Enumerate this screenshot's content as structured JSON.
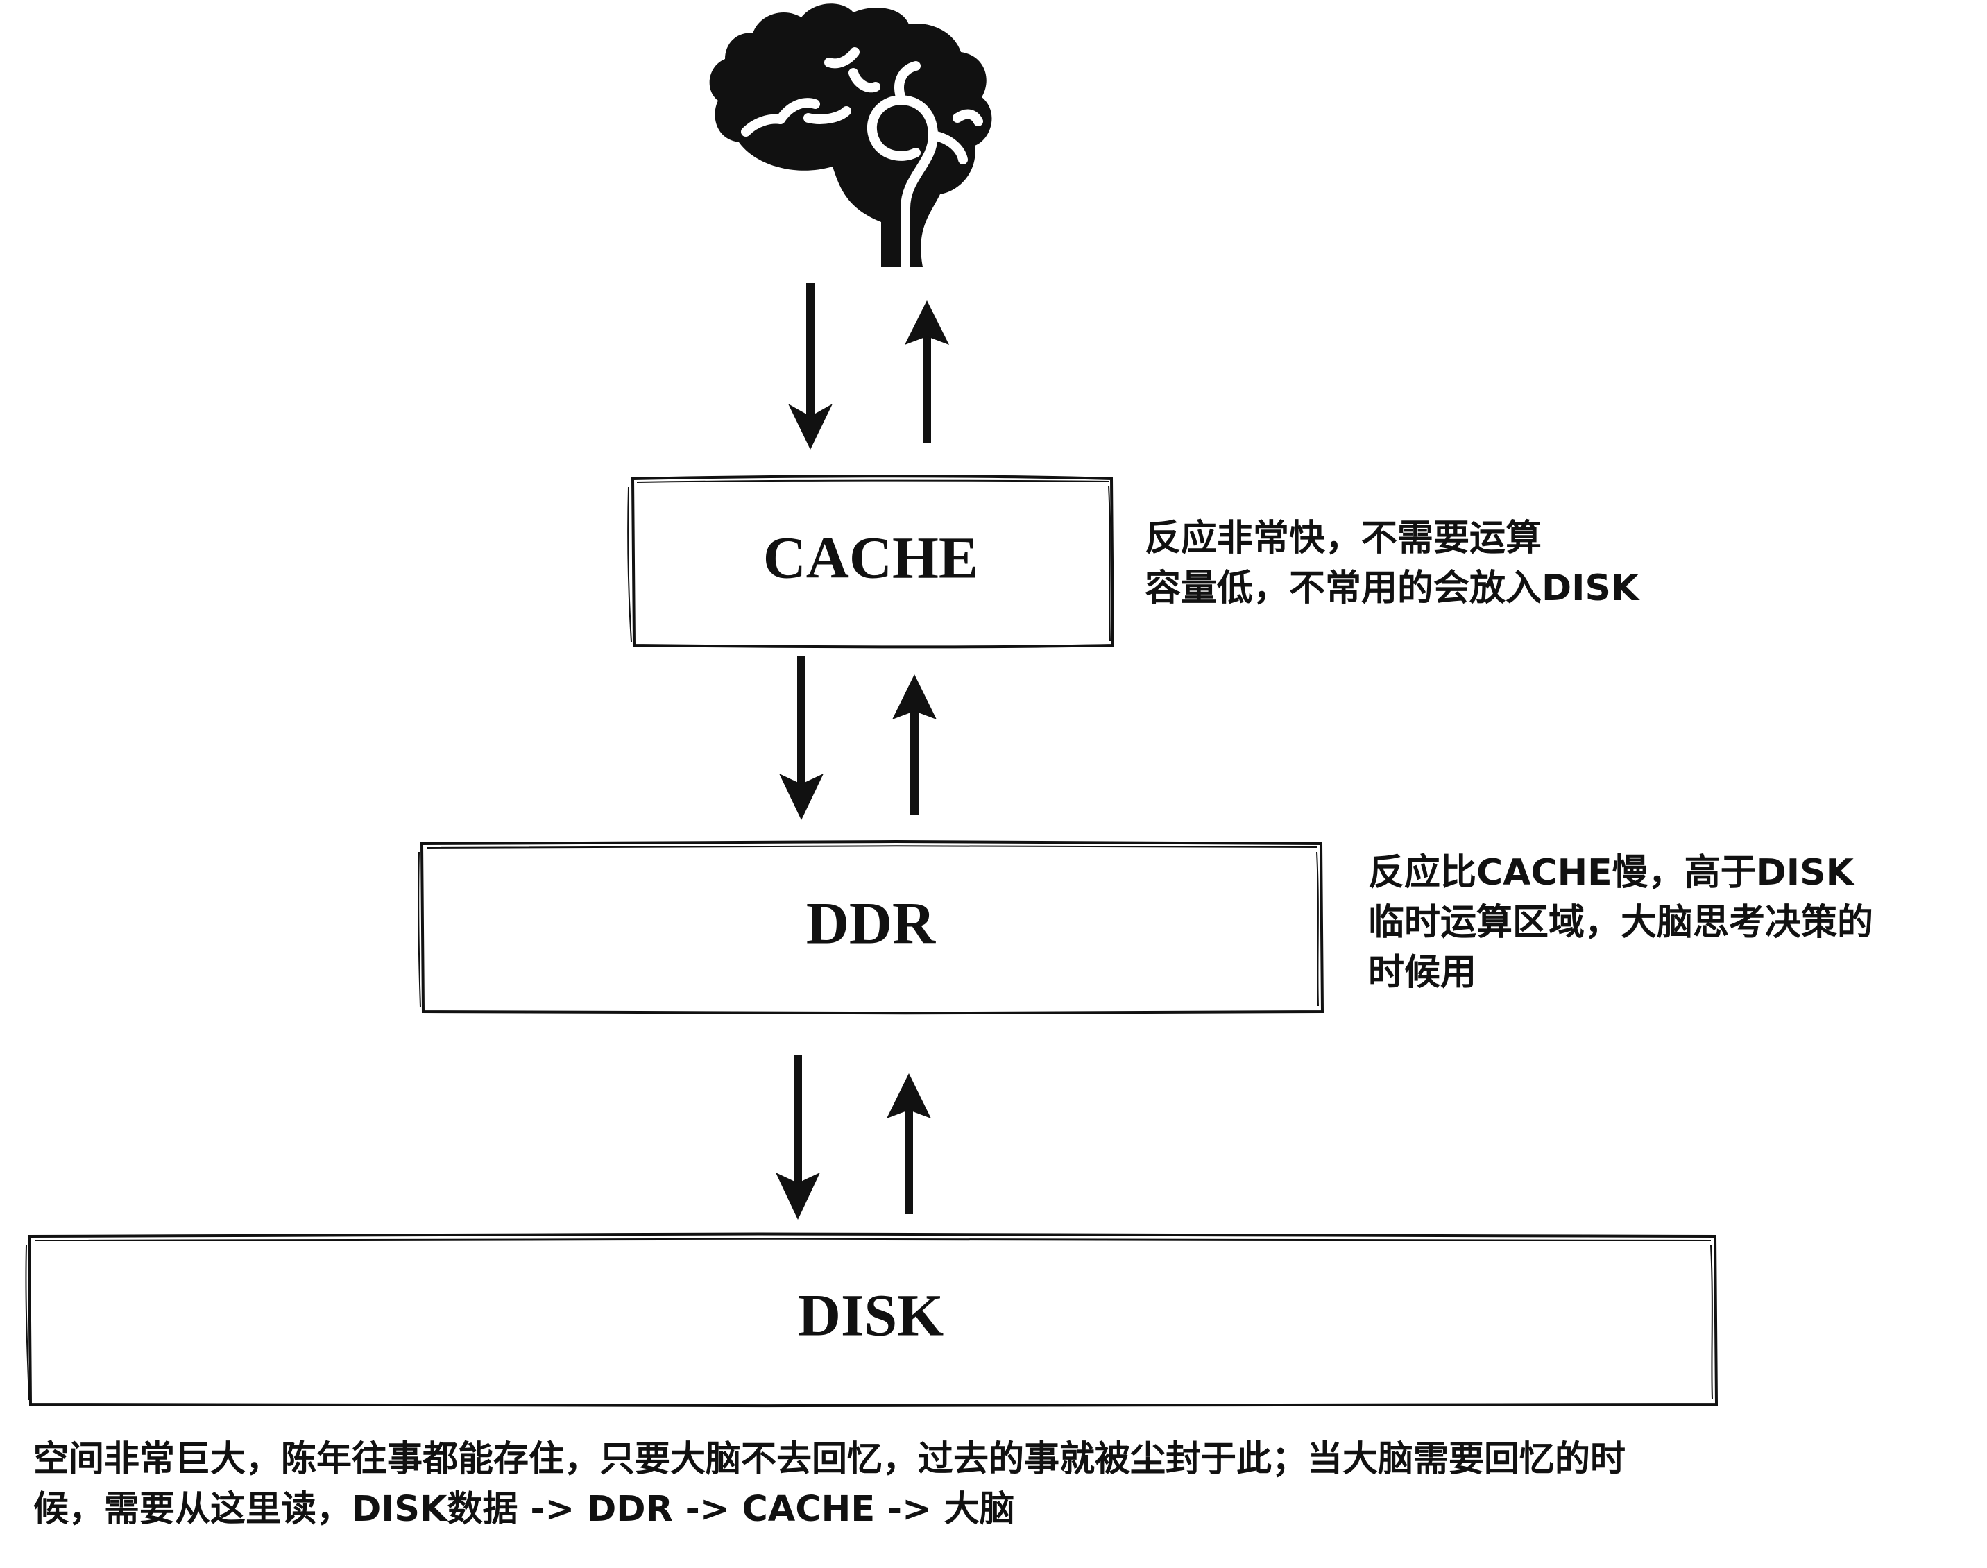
{
  "colors": {
    "ink": "#111111",
    "background": "#ffffff"
  },
  "icons": {
    "brain": "brain-icon"
  },
  "boxes": {
    "cache": {
      "label": "CACHE"
    },
    "ddr": {
      "label": "DDR"
    },
    "disk": {
      "label": "DISK"
    }
  },
  "notes": {
    "cache": {
      "line1": "反应非常快，不需要运算",
      "line2": "容量低，不常用的会放入DISK"
    },
    "ddr": {
      "line1": "反应比CACHE慢，高于DISK",
      "line2": "临时运算区域，大脑思考决策的",
      "line3": "时候用"
    },
    "disk": {
      "line1": "空间非常巨大，陈年往事都能存住，只要大脑不去回忆，过去的事就被尘封于此；当大脑需要回忆的时",
      "line2": "候，需要从这里读，DISK数据 -> DDR -> CACHE -> 大脑"
    }
  }
}
